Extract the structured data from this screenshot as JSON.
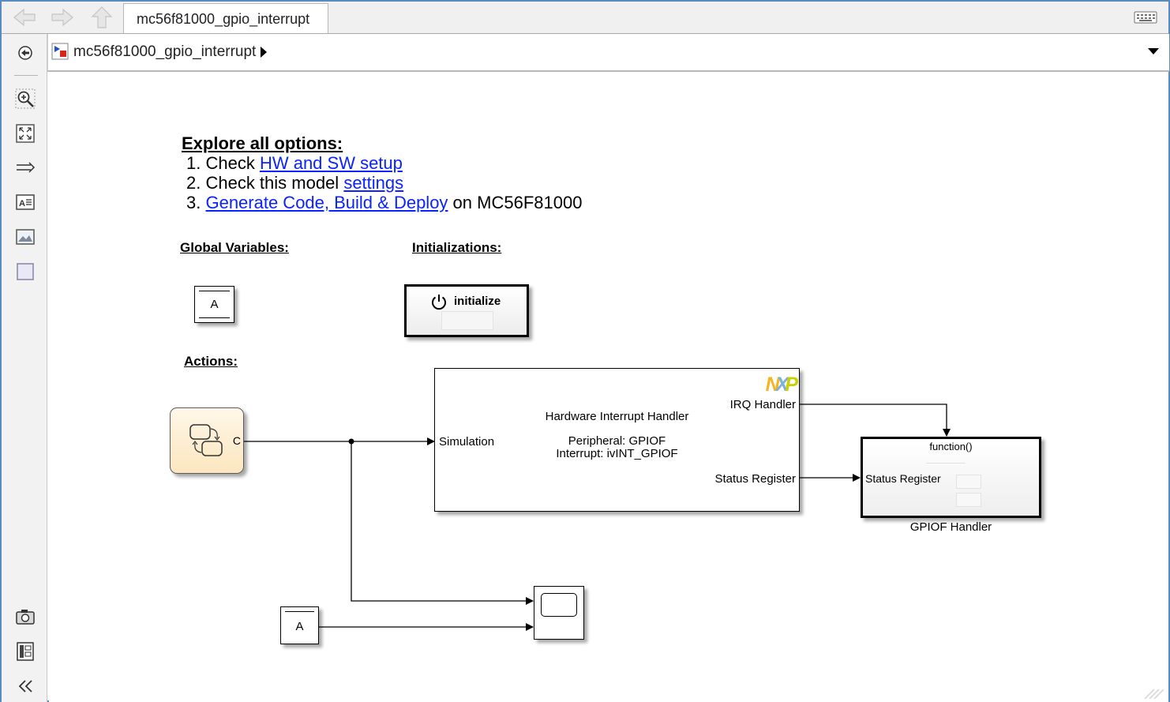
{
  "tabbar": {
    "tab_title": "mc56f81000_gpio_interrupt",
    "back_icon": "arrow-left-icon",
    "forward_icon": "arrow-right-icon",
    "up_icon": "arrow-up-icon",
    "keyboard_icon": "keyboard-icon"
  },
  "address": {
    "breadcrumb": "mc56f81000_gpio_interrupt"
  },
  "toolbar": {
    "items": [
      "hide-browser-icon",
      "zoom-icon",
      "fit-view-icon",
      "signal-icon",
      "annotation-icon",
      "image-icon",
      "area-icon",
      "screenshot-icon",
      "model-browser-icon",
      "collapse-icon"
    ]
  },
  "canvas": {
    "explore_title": "Explore all options:",
    "step1_prefix": "1. Check ",
    "step1_link": "HW and SW setup",
    "step2_prefix": "2. Check this model ",
    "step2_link": "settings",
    "step3_prefix": "3. ",
    "step3_link": "Generate Code, Build & Deploy",
    "step3_suffix": " on MC56F81000",
    "global_vars_label": "Global Variables:",
    "initializations_label": "Initializations:",
    "actions_label": "Actions:",
    "data_store_label": "A",
    "initialize_label": "initialize",
    "chart_port": "C",
    "hw_block": {
      "title": "Hardware Interrupt Handler",
      "peripheral": "Peripheral: GPIOF",
      "interrupt": "Interrupt: ivINT_GPIOF",
      "in_port": "Simulation",
      "irq_port": "IRQ Handler",
      "status_port": "Status Register",
      "logo_n": "N",
      "logo_x": "X",
      "logo_p": "P"
    },
    "subsystem": {
      "trigger_label": "function()",
      "in_port": "Status Register",
      "name": "GPIOF Handler"
    },
    "data_store_read_label": "A"
  },
  "colors": {
    "link": "#0a23ff",
    "frame_border": "#5b8bbd",
    "chart_fill": "#fdf1d8",
    "nxp_orange": "#f9b21d",
    "nxp_blue": "#7bb1db",
    "nxp_green": "#c9d200"
  }
}
